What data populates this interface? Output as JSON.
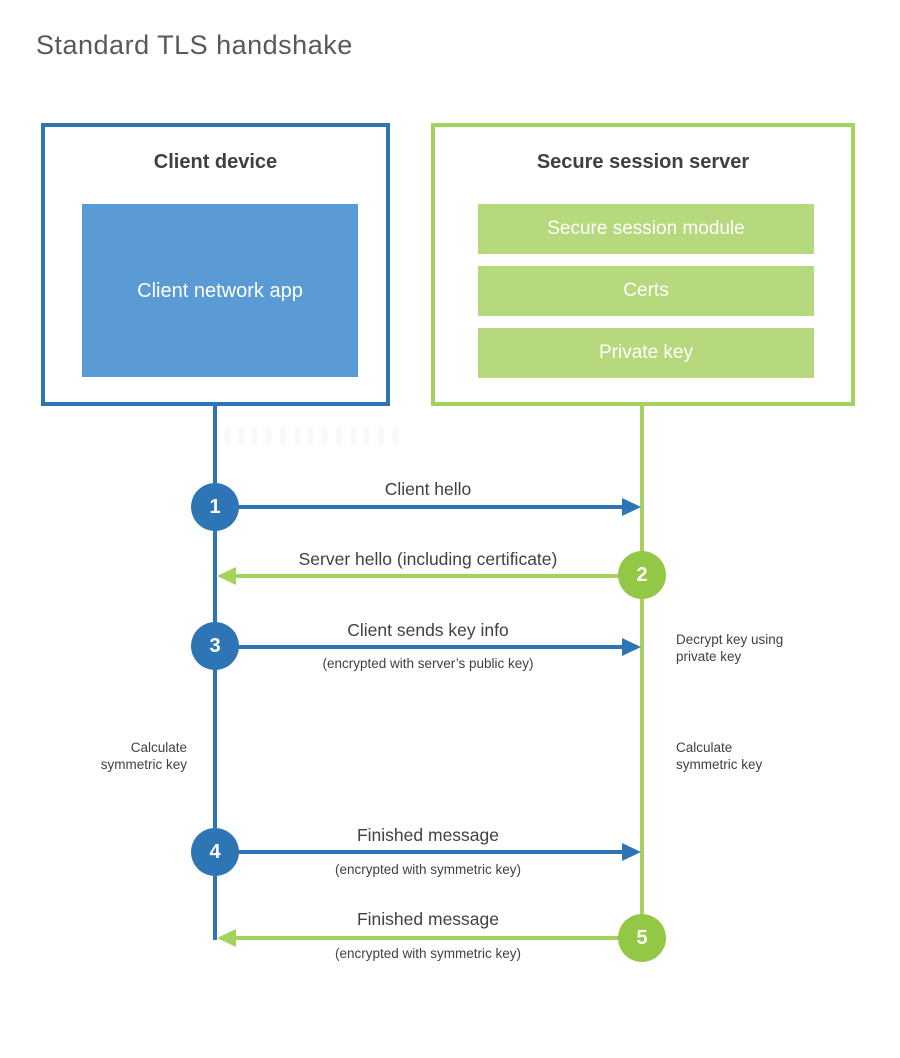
{
  "title": "Standard TLS handshake",
  "colors": {
    "blue_accent": "#2e75b6",
    "blue_fill": "#5b9bd5",
    "green_accent": "#a5d25e",
    "green_circle": "#92c845",
    "green_fill": "#b6d97e",
    "label_text": "#414043",
    "title_text": "#59595c"
  },
  "client": {
    "title": "Client device",
    "app_label": "Client network app"
  },
  "server": {
    "title": "Secure session server",
    "modules": [
      "Secure session module",
      "Certs",
      "Private key"
    ]
  },
  "steps": [
    {
      "number": "1",
      "direction": "right",
      "label": "Client hello",
      "sublabel": ""
    },
    {
      "number": "2",
      "direction": "left",
      "label": "Server hello (including certificate)",
      "sublabel": ""
    },
    {
      "number": "3",
      "direction": "right",
      "label": "Client sends key info",
      "sublabel": "(encrypted with server’s public key)"
    },
    {
      "number": "4",
      "direction": "right",
      "label": "Finished message",
      "sublabel": "(encrypted with symmetric key)"
    },
    {
      "number": "5",
      "direction": "left",
      "label": "Finished message",
      "sublabel": "(encrypted with symmetric key)"
    }
  ],
  "side_notes": {
    "decrypt": "Decrypt key using private key",
    "calculate_left": "Calculate symmetric key",
    "calculate_right": "Calculate symmetric key"
  }
}
